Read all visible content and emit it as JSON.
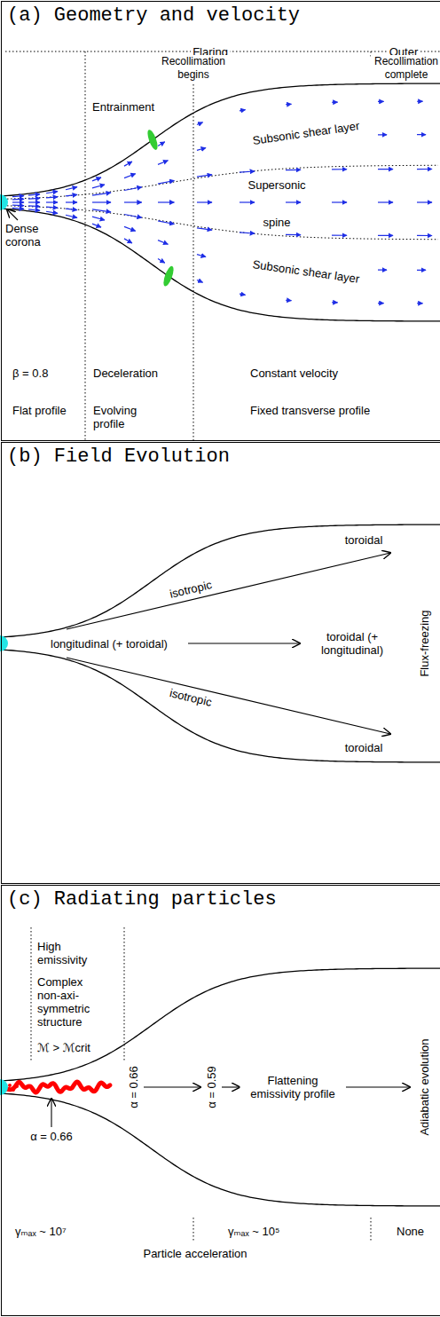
{
  "diagram": {
    "nodes": [
      {
        "text": [
          "(a) Geometry and velocity"
        ]
      },
      {
        "text": [
          "(b) Field Evolution"
        ]
      },
      {
        "text": [
          "(c) Radiating particles"
        ]
      }
    ],
    "labels": [
      "Flaring",
      "Outer",
      "Recollimation begins",
      "Recollimation complete",
      "Entrainment",
      "Subsonic shear layer",
      "Supersonic",
      "spine",
      "Subsonic shear layer",
      "Dense corona",
      "β = 0.8",
      "Deceleration",
      "Constant velocity",
      "Flat profile",
      "Evolving profile",
      "Fixed transverse profile",
      "toroidal",
      "isotropic",
      "longitudinal (+ toroidal)",
      "toroidal (+ longitudinal)",
      "isotropic",
      "toroidal",
      "Flux-freezing",
      "High emissivity",
      "Complex non-axi- symmetric structure",
      "ℳ > ℳcrit",
      "α = 0.66",
      "α = 0.59",
      "Flattening emissivity profile",
      "Adiabatic evolution",
      "α = 0.66",
      "γₘₐₓ ~ 10⁷",
      "γₘₐₓ ~ 10⁵",
      "None",
      "Particle acceleration"
    ]
  }
}
